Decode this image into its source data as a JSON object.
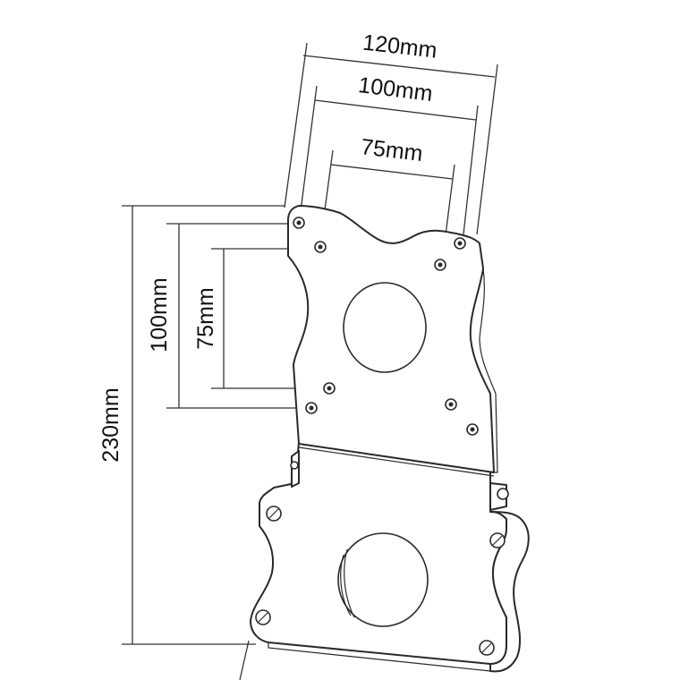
{
  "dimensions": {
    "top_120": "120mm",
    "top_100": "100mm",
    "top_75": "75mm",
    "left_230": "230mm",
    "left_100": "100mm",
    "left_75": "75mm"
  }
}
